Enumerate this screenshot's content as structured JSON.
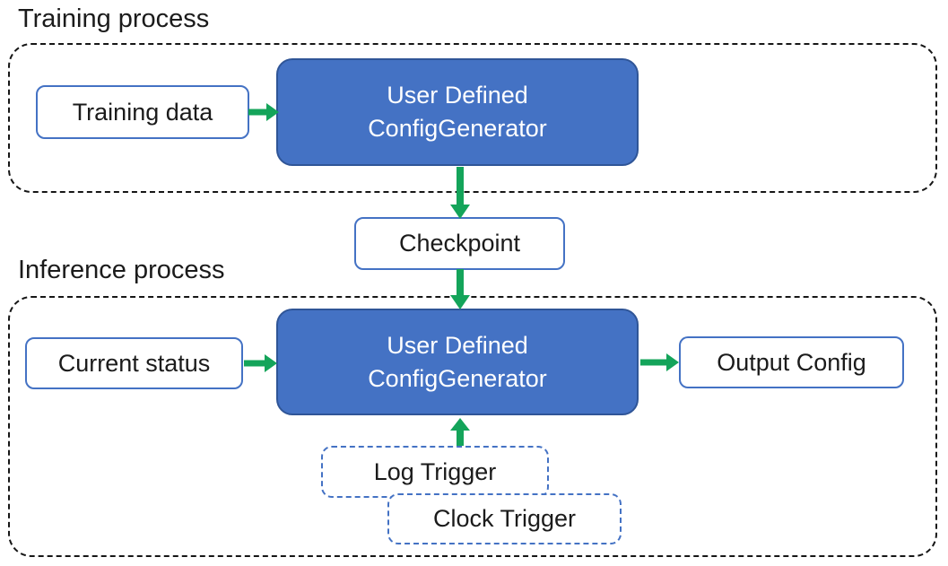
{
  "colors": {
    "generator_fill": "#4472C4",
    "generator_border": "#2F5597",
    "box_border": "#4472C4",
    "arrow_green": "#14A45A",
    "container_dash": "#161616",
    "text_dark": "#1b1b1b",
    "text_light": "#ffffff"
  },
  "training": {
    "title": "Training process",
    "input": "Training data",
    "generator": {
      "line1": "User Defined",
      "line2": "ConfigGenerator"
    }
  },
  "checkpoint": {
    "label": "Checkpoint"
  },
  "inference": {
    "title": "Inference process",
    "input": "Current status",
    "generator": {
      "line1": "User Defined",
      "line2": "ConfigGenerator"
    },
    "output": "Output Config",
    "triggers": {
      "log": "Log Trigger",
      "clock": "Clock Trigger"
    }
  }
}
